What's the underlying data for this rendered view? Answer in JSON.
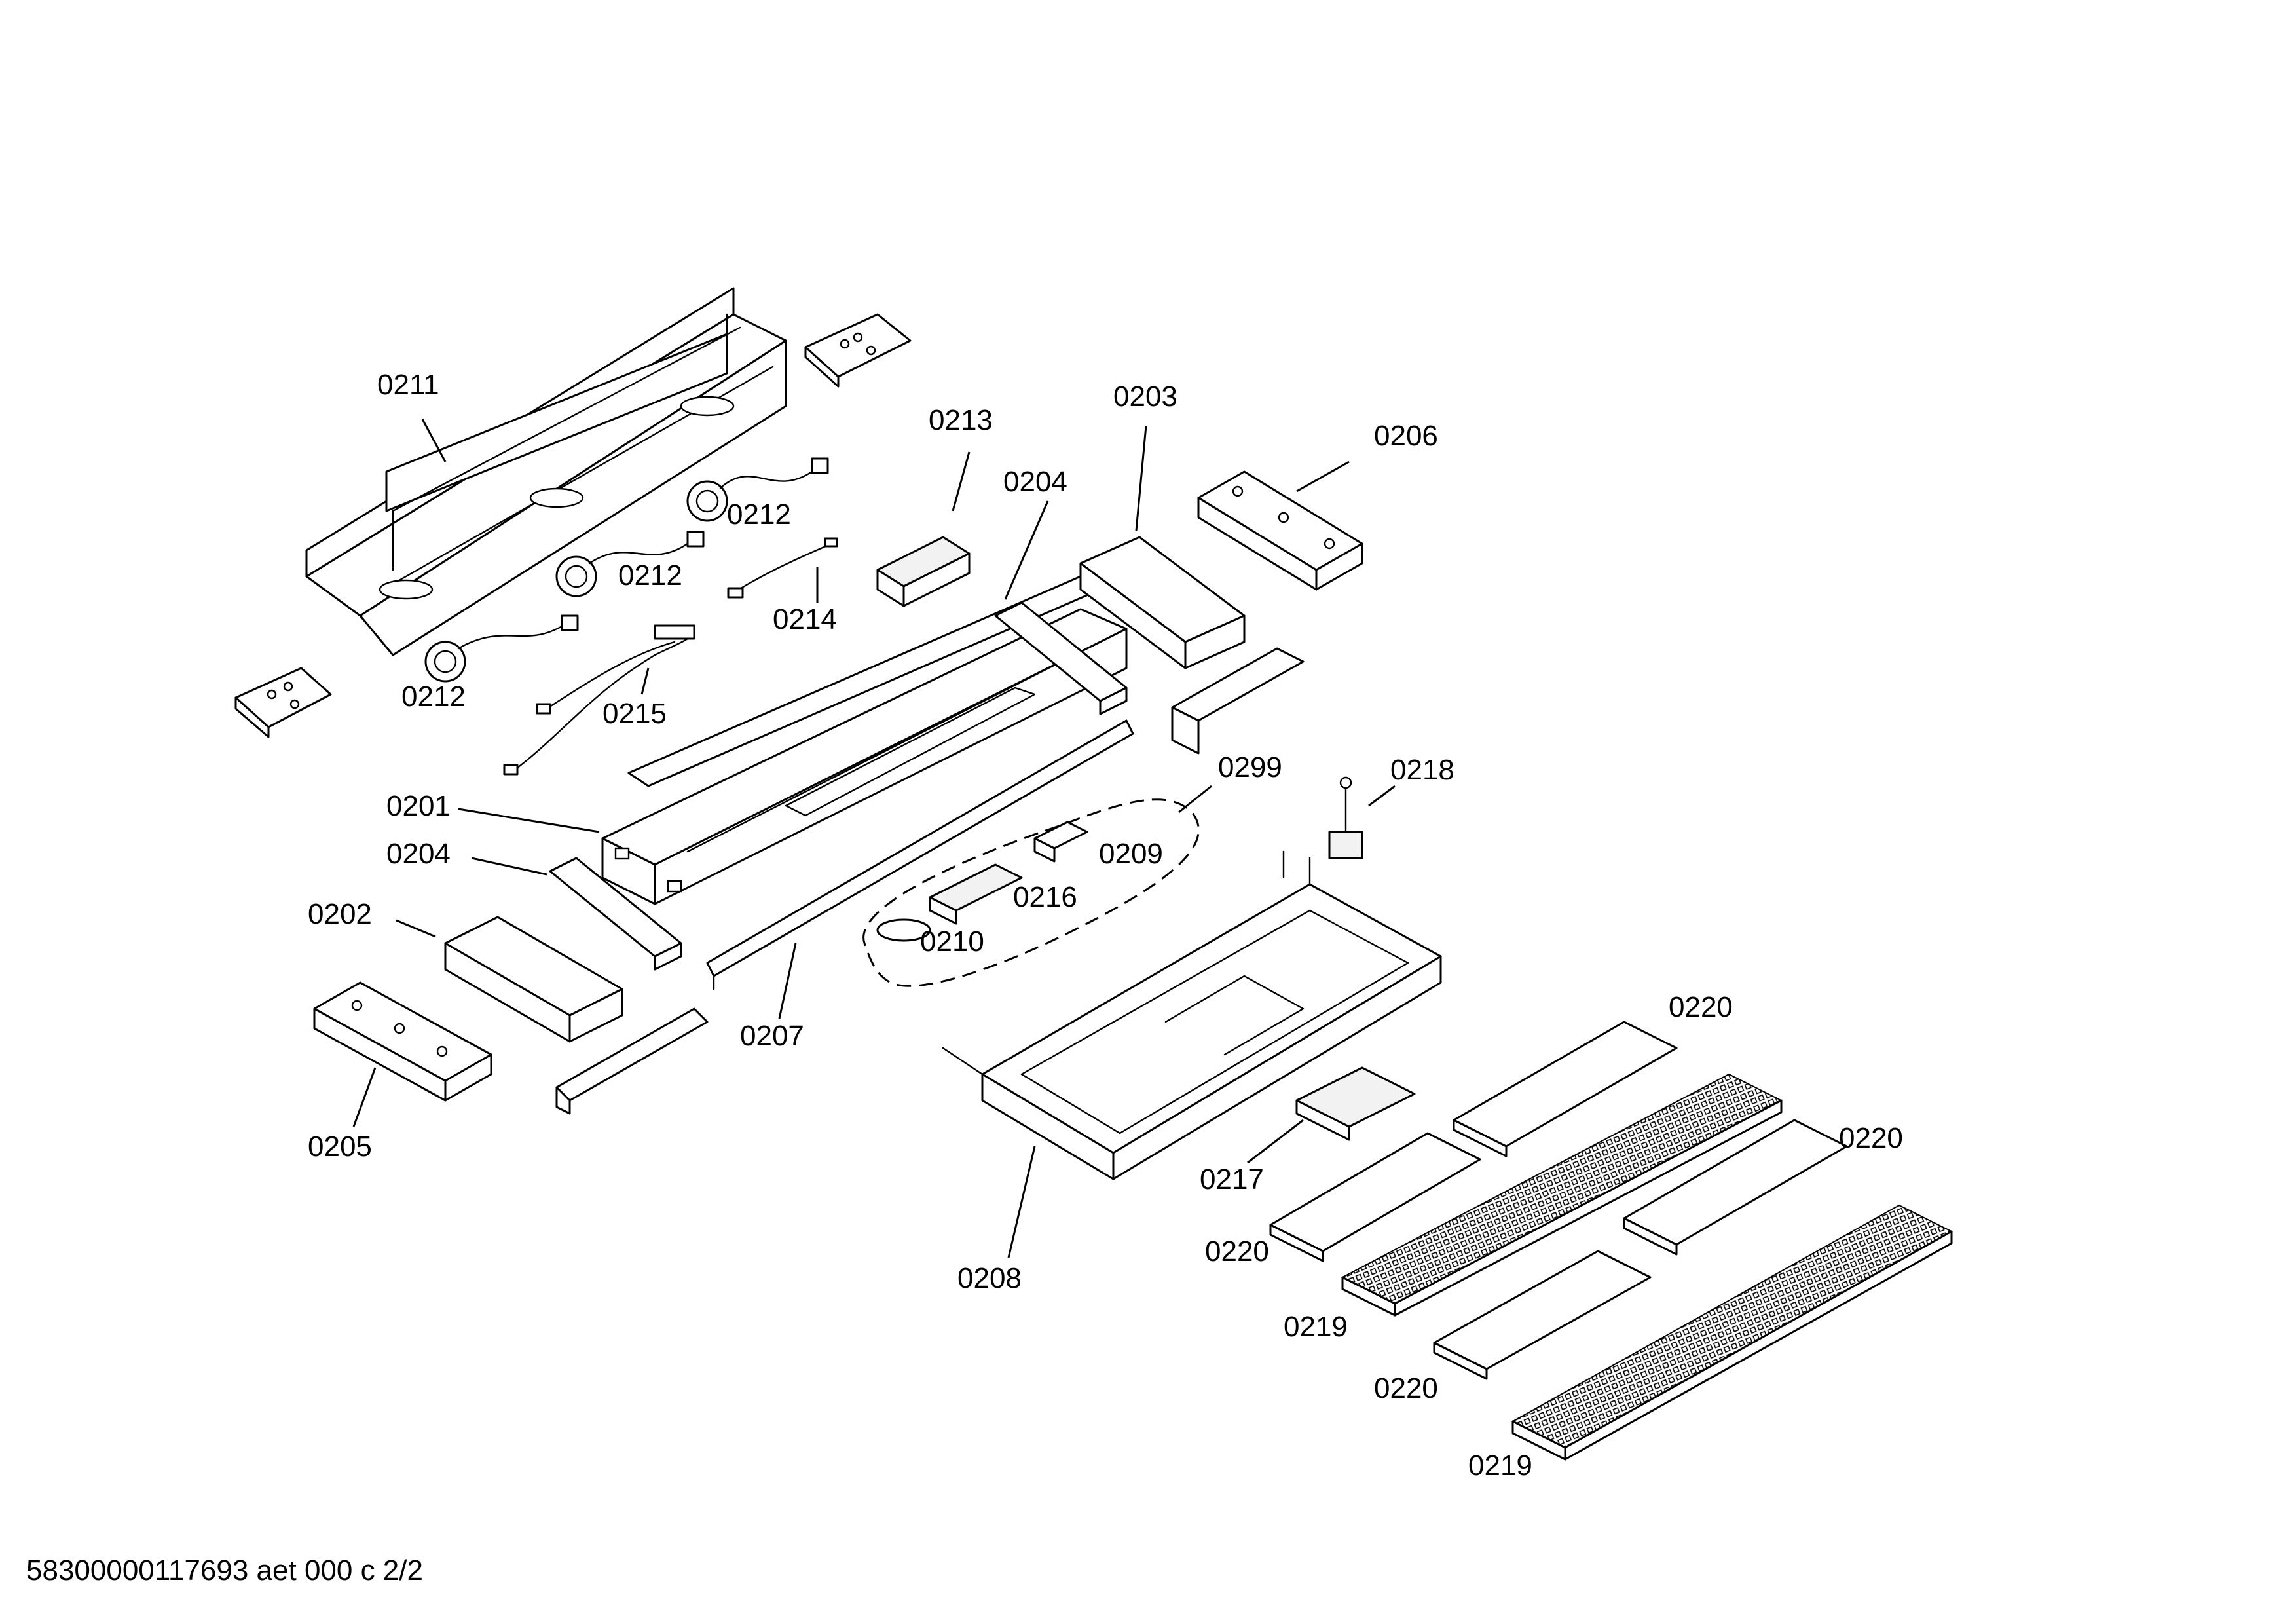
{
  "diagram": {
    "document_id": "58300000117693 aet 000 c 2/2",
    "callouts": [
      {
        "id": "c-0211",
        "label": "0211"
      },
      {
        "id": "c-0212a",
        "label": "0212"
      },
      {
        "id": "c-0212b",
        "label": "0212"
      },
      {
        "id": "c-0212c",
        "label": "0212"
      },
      {
        "id": "c-0214",
        "label": "0214"
      },
      {
        "id": "c-0215",
        "label": "0215"
      },
      {
        "id": "c-0213",
        "label": "0213"
      },
      {
        "id": "c-0203",
        "label": "0203"
      },
      {
        "id": "c-0206",
        "label": "0206"
      },
      {
        "id": "c-0204a",
        "label": "0204"
      },
      {
        "id": "c-0201",
        "label": "0201"
      },
      {
        "id": "c-0204b",
        "label": "0204"
      },
      {
        "id": "c-0202",
        "label": "0202"
      },
      {
        "id": "c-0205",
        "label": "0205"
      },
      {
        "id": "c-0207",
        "label": "0207"
      },
      {
        "id": "c-0299",
        "label": "0299"
      },
      {
        "id": "c-0209",
        "label": "0209"
      },
      {
        "id": "c-0216",
        "label": "0216"
      },
      {
        "id": "c-0210",
        "label": "0210"
      },
      {
        "id": "c-0218",
        "label": "0218"
      },
      {
        "id": "c-0208",
        "label": "0208"
      },
      {
        "id": "c-0217",
        "label": "0217"
      },
      {
        "id": "c-0220a",
        "label": "0220"
      },
      {
        "id": "c-0220b",
        "label": "0220"
      },
      {
        "id": "c-0220c",
        "label": "0220"
      },
      {
        "id": "c-0220d",
        "label": "0220"
      },
      {
        "id": "c-0219a",
        "label": "0219"
      },
      {
        "id": "c-0219b",
        "label": "0219"
      }
    ]
  }
}
